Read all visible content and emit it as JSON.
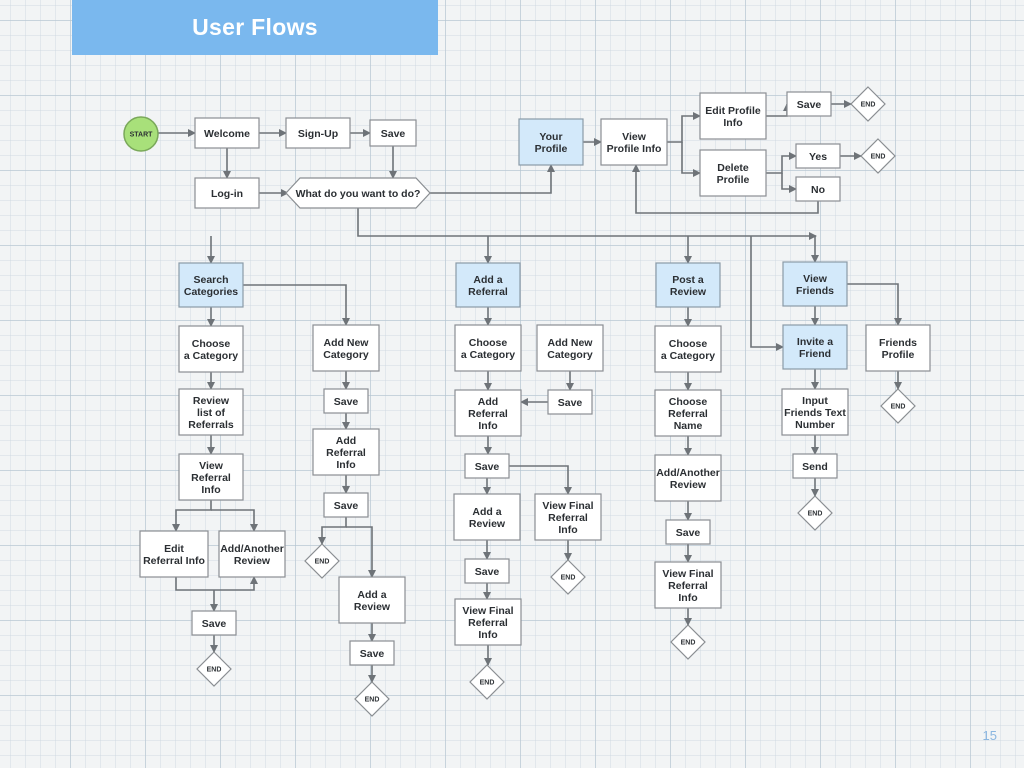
{
  "title": "User Flows",
  "page_number": "15",
  "colors": {
    "banner": "#7ab8ee",
    "highlight_box": "#d3e9fa",
    "start": "#a8e07a",
    "connector": "#6e7378"
  },
  "nodes": {
    "start": [
      "START"
    ],
    "welcome": [
      "Welcome"
    ],
    "signup": [
      "Sign-Up"
    ],
    "save_top": [
      "Save"
    ],
    "login": [
      "Log-in"
    ],
    "what_to_do": [
      "What do you want to do?"
    ],
    "your_profile": [
      "Your",
      "Profile"
    ],
    "view_profile_info": [
      "View",
      "Profile Info"
    ],
    "edit_profile_info": [
      "Edit Profile",
      "Info"
    ],
    "save_edit_profile": [
      "Save"
    ],
    "end_edit_profile": [
      "END"
    ],
    "delete_profile": [
      "Delete",
      "Profile"
    ],
    "yes": [
      "Yes"
    ],
    "end_yes": [
      "END"
    ],
    "no": [
      "No"
    ],
    "search_categories": [
      "Search",
      "Categories"
    ],
    "choose_category_1": [
      "Choose",
      "a Category"
    ],
    "review_list": [
      "Review",
      "list of",
      "Referrals"
    ],
    "view_referral_info": [
      "View",
      "Referral",
      "Info"
    ],
    "edit_referral_info": [
      "Edit",
      "Referral Info"
    ],
    "add_another_review_1": [
      "Add/Another",
      "Review"
    ],
    "save_search": [
      "Save"
    ],
    "end_search": [
      "END"
    ],
    "add_new_category_1": [
      "Add New",
      "Category"
    ],
    "save_anc_1": [
      "Save"
    ],
    "add_referral_info_1": [
      "Add",
      "Referral",
      "Info"
    ],
    "save_ari_1": [
      "Save"
    ],
    "end_anc": [
      "END"
    ],
    "add_a_review_1": [
      "Add a",
      "Review"
    ],
    "save_aar_1": [
      "Save"
    ],
    "end_aar_1": [
      "END"
    ],
    "add_a_referral": [
      "Add a",
      "Referral"
    ],
    "choose_category_2": [
      "Choose",
      "a Category"
    ],
    "add_new_category_2": [
      "Add New",
      "Category"
    ],
    "save_anc_2": [
      "Save"
    ],
    "add_referral_info_2": [
      "Add",
      "Referral",
      "Info"
    ],
    "save_ari_2": [
      "Save"
    ],
    "add_a_review_2": [
      "Add a",
      "Review"
    ],
    "save_aar_2": [
      "Save"
    ],
    "view_final_1": [
      "View Final",
      "Referral",
      "Info"
    ],
    "end_vf_1": [
      "END"
    ],
    "view_final_2": [
      "View Final",
      "Referral",
      "Info"
    ],
    "end_vf_2": [
      "END"
    ],
    "post_a_review": [
      "Post a",
      "Review"
    ],
    "choose_category_3": [
      "Choose",
      "a Category"
    ],
    "choose_referral_name": [
      "Choose",
      "Referral",
      "Name"
    ],
    "add_another_review_2": [
      "Add/Another",
      "Review"
    ],
    "save_post": [
      "Save"
    ],
    "view_final_3": [
      "View Final",
      "Referral",
      "Info"
    ],
    "end_post": [
      "END"
    ],
    "view_friends": [
      "View",
      "Friends"
    ],
    "invite_friend": [
      "Invite a",
      "Friend"
    ],
    "input_friends": [
      "Input",
      "Friends Text",
      "Number"
    ],
    "send": [
      "Send"
    ],
    "end_send": [
      "END"
    ],
    "friends_profile": [
      "Friends",
      "Profile"
    ],
    "end_friends_profile": [
      "END"
    ]
  }
}
